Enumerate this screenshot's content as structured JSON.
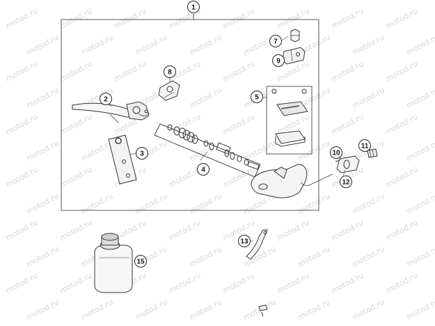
{
  "watermark": "motod.ru",
  "callouts": [
    "1",
    "2",
    "3",
    "4",
    "5",
    "7",
    "8",
    "9",
    "10",
    "11",
    "12",
    "13",
    "15"
  ]
}
